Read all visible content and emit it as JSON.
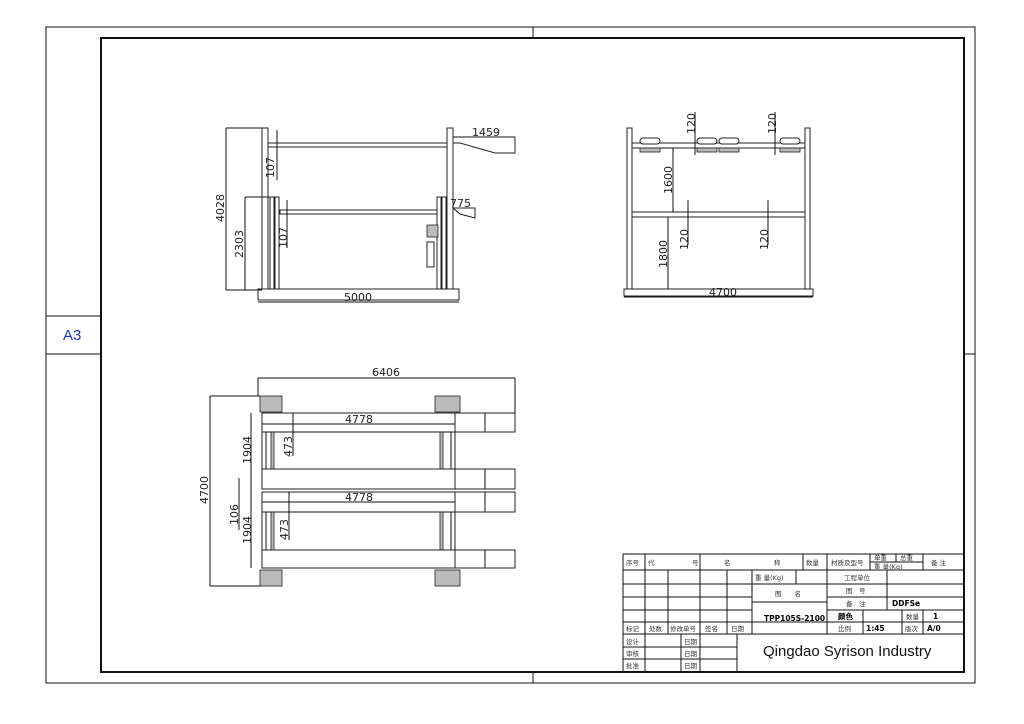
{
  "sheet": {
    "size_label": "A3"
  },
  "front_view": {
    "dims": {
      "total_height": "4028",
      "lower_height": "2303",
      "upper_beam": "107",
      "lower_beam": "107",
      "ramp_top": "1459",
      "ramp_lower": "775",
      "width": "5000"
    }
  },
  "side_view": {
    "dims": {
      "seat_1": "120",
      "seat_2": "120",
      "level_gap": "1600",
      "lower_height": "1800",
      "beam_1": "120",
      "beam_2": "120",
      "width": "4700"
    }
  },
  "plan_view": {
    "dims": {
      "overall_length": "6406",
      "overall_width": "4700",
      "runway_1": "4778",
      "runway_2": "4778",
      "gap_1": "473",
      "gap_2": "473",
      "bay_1": "1904",
      "bay_2": "1904",
      "center_gap": "106"
    }
  },
  "title_block": {
    "header": {
      "seq": "序号",
      "code_1": "代",
      "code_2": "号",
      "name_1": "名",
      "name_2": "称",
      "qty": "数量",
      "material": "材质及型号",
      "unit_wt": "单重",
      "total_wt": "总重",
      "weight_kg": "重 量(Kg)",
      "remark": "备 注"
    },
    "weight_label": "重 量(Kg)",
    "drawing_name_label": "图　　名",
    "drawing_name": "TPP105S-2100",
    "project_unit_label": "工程单位",
    "drawing_no_label": "图　号",
    "remark_label": "备　注",
    "remark_value": "DDFSe",
    "color_label": "颜色",
    "qty_label": "数量",
    "qty_value": "1",
    "scale_label": "比例",
    "scale_value": "1:45",
    "revision_label": "版次",
    "revision_value": "A/0",
    "rev_row": {
      "mark": "标记",
      "count": "处数",
      "change_no": "修改单号",
      "sign": "签名",
      "date": "日期"
    },
    "approvals": [
      {
        "role": "设计",
        "date_label": "日期"
      },
      {
        "role": "审核",
        "date_label": "日期"
      },
      {
        "role": "批准",
        "date_label": "日期"
      }
    ],
    "company": "Qingdao Syrison Industry"
  }
}
